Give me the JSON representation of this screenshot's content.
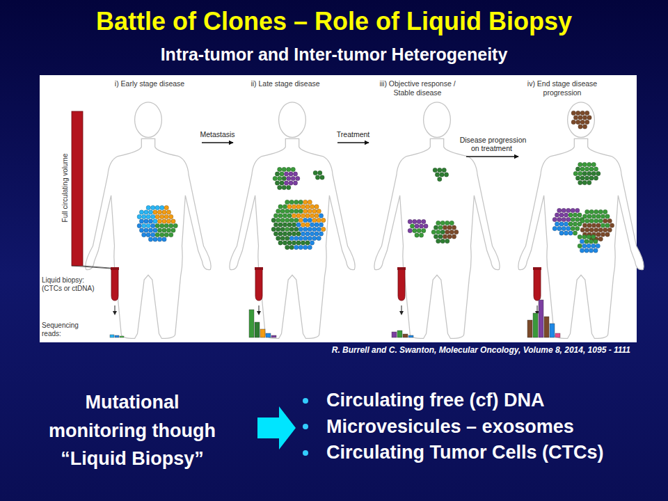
{
  "diagram": {
    "title": "Battle of Clones – Role of Liquid Biopsy",
    "nodes": [
      {
        "text": [
          "i) Early stage disease"
        ]
      },
      {
        "text": [
          "ii) Late stage disease"
        ]
      },
      {
        "text": [
          "iii) Objective response / Stable disease"
        ]
      },
      {
        "text": [
          "iv) End stage disease progression"
        ]
      },
      {
        "text": [
          "Mutational monitoring though “Liquid Biopsy”"
        ]
      },
      {
        "text": [
          "Circulating free (cf) DNA",
          "Microvesicules – exosomes",
          "Circulating Tumor Cells (CTCs)"
        ]
      }
    ],
    "edges": [
      {
        "from": 0,
        "to": 1,
        "arrow": "to",
        "label": "Metastasis"
      },
      {
        "from": 1,
        "to": 2,
        "arrow": "to",
        "label": "Treatment"
      },
      {
        "from": 2,
        "to": 3,
        "arrow": "to",
        "label": "Disease progression on treatment"
      },
      {
        "from": 4,
        "to": 5,
        "arrow": "to"
      }
    ],
    "labels": [
      "Intra-tumor and Inter-tumor Heterogeneity",
      "Full circulating volume",
      "Liquid biopsy: (CTCs or ctDNA)",
      "Sequencing reads:",
      "R. Burrell and C. Swanton, Molecular Oncology, Volume 8, 2014, 1095 - 1111"
    ]
  }
}
